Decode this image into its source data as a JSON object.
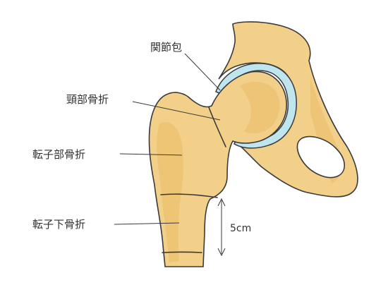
{
  "labels": {
    "capsule": "関節包",
    "neck_fracture": "頸部骨折",
    "trochanteric_fracture": "転子部骨折",
    "subtrochanteric_fracture": "転子下骨折",
    "distance": "5cm"
  },
  "colors": {
    "bone_fill": "#f2d089",
    "bone_shade": "#e8b960",
    "capsule_fill": "#bfe6ee",
    "outline": "#3a3a3a"
  }
}
